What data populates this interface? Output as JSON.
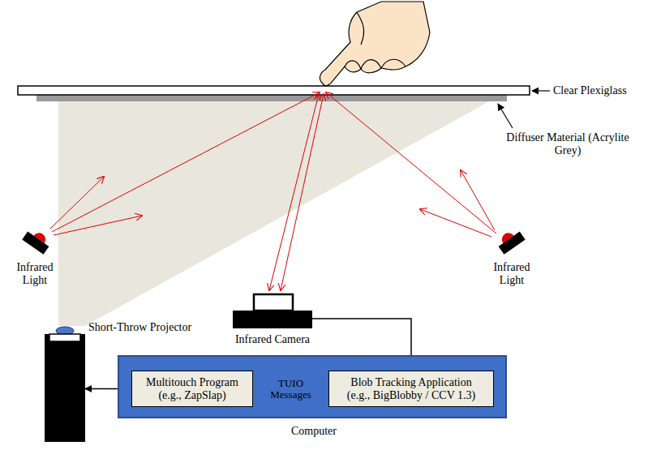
{
  "diagram": {
    "nodes": [
      {
        "text": [
          "Infrared Camera"
        ]
      },
      {
        "text": [
          "Short-Throw Projector"
        ]
      },
      {
        "text": [
          "Computer"
        ]
      },
      {
        "text": [
          "Multitouch Program",
          "(e.g., ZapSlap)"
        ],
        "in": 2
      },
      {
        "text": [
          "Blob Tracking Application",
          "(e.g., BigBlobby / CCV 1.3)"
        ],
        "in": 2
      }
    ],
    "edges": [
      {
        "from": 0,
        "to": 4,
        "arrow": "to"
      },
      {
        "from": 4,
        "to": 3,
        "label": "TUIO Messages",
        "arrow": "to"
      },
      {
        "from": 3,
        "to": 1,
        "arrow": "to"
      }
    ],
    "labels": [
      "Clear Plexiglass",
      "Diffuser Material (Acrylite Grey)",
      "Infrared Light",
      "Infrared Light"
    ]
  }
}
